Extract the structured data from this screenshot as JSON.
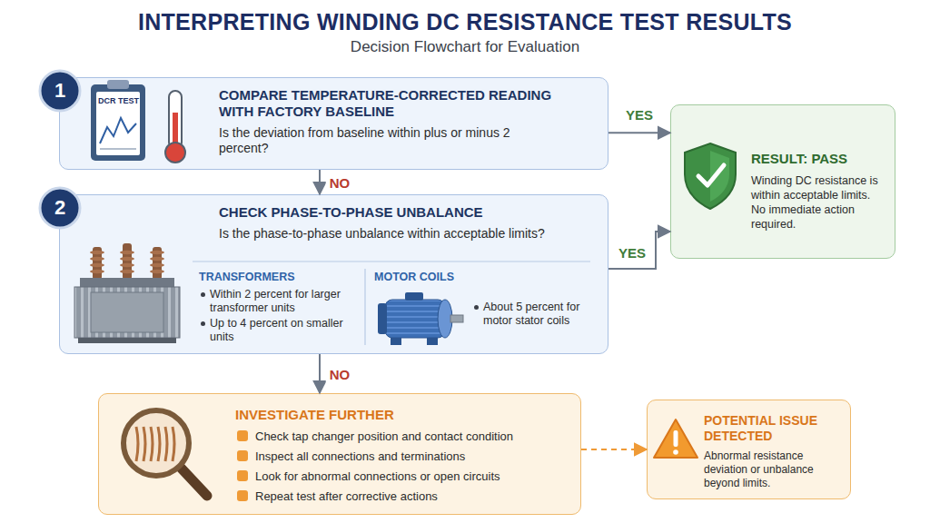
{
  "diagram": {
    "title": "INTERPRETING WINDING DC RESISTANCE TEST RESULTS",
    "nodes": [
      {
        "text": [
          "COMPARE TEMPERATURE-CORRECTED READING WITH FACTORY BASELINE",
          "Is the deviation from baseline within plus or minus 2 percent?"
        ]
      },
      {
        "text": [
          "1"
        ],
        "in": 0
      },
      {
        "text": [
          "RESULT: PASS",
          "Winding DC resistance is within acceptable limits. No immediate action required."
        ]
      },
      {
        "text": [
          "CHECK PHASE-TO-PHASE UNBALANCE",
          "Is the phase-to-phase unbalance within acceptable limits?"
        ]
      },
      {
        "text": [
          "2"
        ],
        "in": 3
      },
      {
        "text": [
          "TRANSFORMERS",
          "Within 2 percent for larger transformer units",
          "Up to 4 percent on smaller units"
        ],
        "in": 3
      },
      {
        "text": [
          "MOTOR COILS",
          "About 5 percent for motor stator coils"
        ],
        "in": 3
      },
      {
        "text": [
          "INVESTIGATE FURTHER",
          "Check tap changer position and contact condition",
          "Inspect all connections and terminations",
          "Look for abnormal connections or open circuits",
          "Repeat test after corrective actions"
        ]
      },
      {
        "text": [
          "POTENTIAL ISSUE DETECTED",
          "Abnormal resistance deviation or unbalance beyond limits."
        ]
      }
    ],
    "edges": [
      {
        "from": 0,
        "to": 2,
        "label": "YES",
        "arrow": "to"
      },
      {
        "from": 0,
        "to": 3,
        "label": "NO",
        "arrow": "to"
      },
      {
        "from": 3,
        "to": 2,
        "label": "YES",
        "arrow": "to"
      },
      {
        "from": 3,
        "to": 7,
        "label": "NO",
        "arrow": "to"
      },
      {
        "from": 7,
        "to": 8,
        "arrow": "to"
      }
    ],
    "labels": [
      "Decision Flowchart for Evaluation",
      "DCR TEST"
    ]
  }
}
